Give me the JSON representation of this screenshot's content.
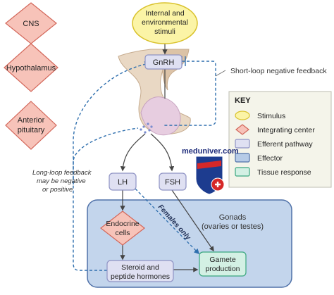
{
  "stimulus": {
    "lines": [
      "Internal and",
      "environmental",
      "stimuli"
    ]
  },
  "left_labels": {
    "cns": "CNS",
    "hypothalamus": "Hypothalamus",
    "anterior_pituitary": [
      "Anterior",
      "pituitary"
    ]
  },
  "nodes": {
    "gnrh": "GnRH",
    "lh": "LH",
    "fsh": "FSH",
    "endocrine": [
      "Endocrine",
      "cells"
    ],
    "hormones": [
      "Steroid and",
      "peptide hormones"
    ],
    "gamete": [
      "Gamete",
      "production"
    ]
  },
  "gonads": {
    "title": "Gonads",
    "subtitle": "(ovaries or testes)"
  },
  "annotations": {
    "short_loop": "Short-loop negative feedback",
    "long_loop": [
      "Long-loop feedback",
      "may be negative",
      "or positive"
    ],
    "females_only": "Females only"
  },
  "key": {
    "title": "KEY",
    "items": [
      {
        "label": "Stimulus",
        "shape": "ellipse",
        "fill": "#fbf4a6",
        "stroke": "#d9c22c"
      },
      {
        "label": "Integrating center",
        "shape": "diamond",
        "fill": "#f7c3b9",
        "stroke": "#d3675a"
      },
      {
        "label": "Efferent pathway",
        "shape": "rect",
        "fill": "#dfe0f2",
        "stroke": "#8f93c4"
      },
      {
        "label": "Effector",
        "shape": "rect",
        "fill": "#b6cbe7",
        "stroke": "#4f71a8"
      },
      {
        "label": "Tissue response",
        "shape": "rect",
        "fill": "#d3f0e4",
        "stroke": "#3aa77f"
      }
    ]
  },
  "watermark": "meduniver.com",
  "colors": {
    "diamond_fill": "#f7c3b9",
    "diamond_stroke": "#d3675a",
    "feedback_blue": "#2f6fae",
    "gonad_fill": "#c3d5ec",
    "gonad_stroke": "#4f71a8"
  }
}
